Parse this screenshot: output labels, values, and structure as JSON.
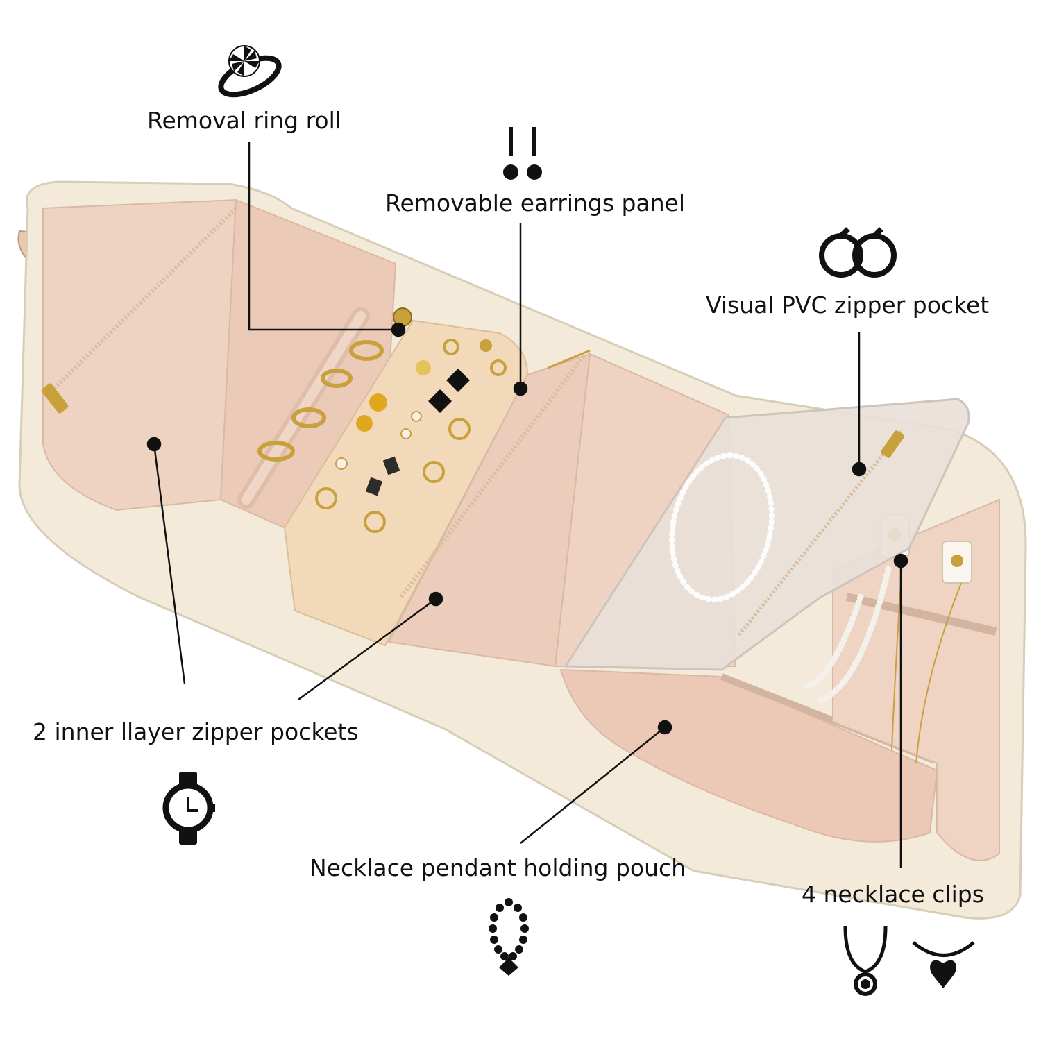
{
  "callouts": {
    "ring_roll": {
      "label": "Removal ring roll",
      "icon": "ring-icon"
    },
    "earrings_panel": {
      "label": "Removable earrings panel",
      "icon": "earring-studs-icon"
    },
    "pvc_pocket": {
      "label": "Visual PVC zipper pocket",
      "icon": "hoop-earrings-icon"
    },
    "zipper_pockets": {
      "label": "2 inner llayer zipper pockets",
      "icon": "watch-icon"
    },
    "pendant_pouch": {
      "label": "Necklace pendant holding pouch",
      "icon": "bead-necklace-icon"
    },
    "necklace_clips": {
      "label": "4 necklace clips",
      "icon": "pendant-necklace-icons"
    }
  },
  "colors": {
    "fabric": "#eed3c3",
    "fabric_dark": "#e2bfae",
    "trim": "#f3ead9",
    "panel": "#f2d9b9",
    "gold": "#c9a13c",
    "ink": "#111111"
  }
}
